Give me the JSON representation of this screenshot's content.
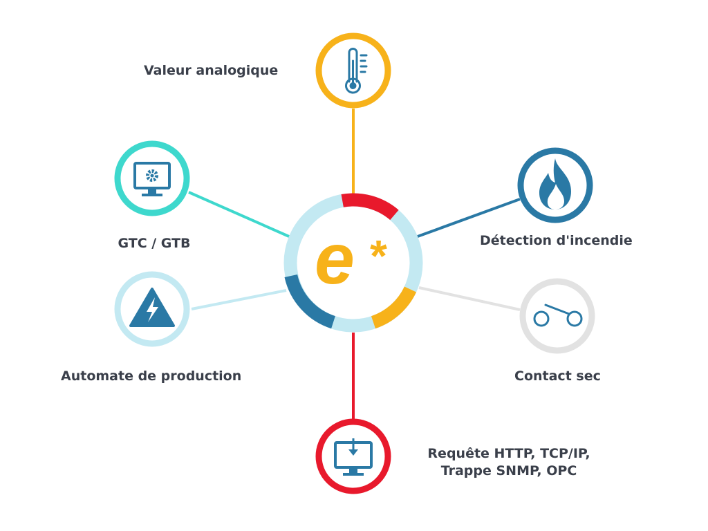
{
  "logo": {
    "letter": "e",
    "mark": "*"
  },
  "nodes": {
    "analog": {
      "label": "Valeur analogique",
      "icon": "thermometer-icon",
      "ring_color": "#f7b21a",
      "fill": "#ffffff"
    },
    "gtc": {
      "label": "GTC / GTB",
      "icon": "monitor-gear-icon",
      "ring_color": "#3ed8cd",
      "fill": "#ffffff"
    },
    "plc": {
      "label": "Automate de production",
      "icon": "high-voltage-warning-icon",
      "ring_color": "#c3e9f2",
      "fill": "#ffffff"
    },
    "fire": {
      "label": "Détection d'incendie",
      "icon": "flame-icon",
      "ring_color": "#2a79a5",
      "fill": "#ffffff"
    },
    "contact": {
      "label": "Contact sec",
      "icon": "switch-contact-icon",
      "ring_color": "#e2e2e2",
      "fill": "#ffffff"
    },
    "http": {
      "label_line1": "Requête HTTP, TCP/IP,",
      "label_line2": "Trappe SNMP, OPC",
      "icon": "monitor-download-icon",
      "ring_color": "#e8192c",
      "fill": "#ffffff"
    }
  },
  "colors": {
    "icon_blue": "#2a79a5",
    "logo_orange": "#f7b21a",
    "center_ring": "#c3e9f2",
    "arc_red": "#e8192c",
    "arc_blue": "#2a79a5",
    "arc_orange": "#f7b21a"
  }
}
